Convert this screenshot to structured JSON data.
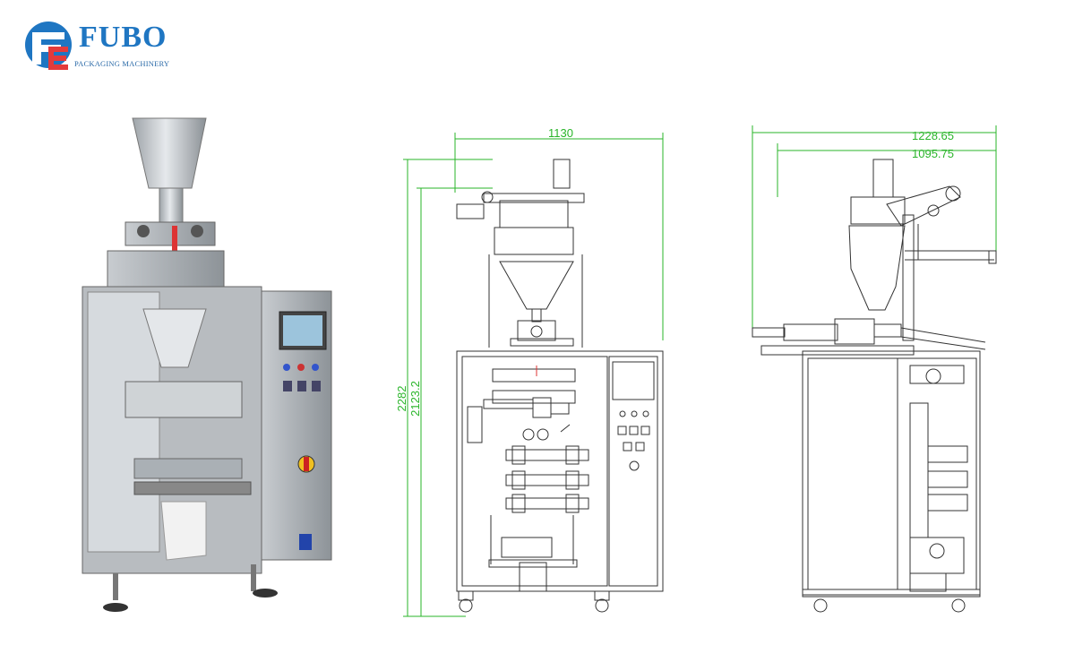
{
  "brand": {
    "name": "FUBO",
    "tagline": "PACKAGING MACHINERY",
    "colors": {
      "primary": "#1f76c2",
      "accent": "#e43b3b"
    }
  },
  "dimensions": {
    "front_width": "1130",
    "front_height_total": "2282",
    "front_height_inner": "2123.2",
    "side_width_outer": "1228.65",
    "side_width_inner": "1095.75"
  },
  "colors": {
    "dimension_lines": "#2ab52a",
    "drawing_lines": "#333333"
  }
}
